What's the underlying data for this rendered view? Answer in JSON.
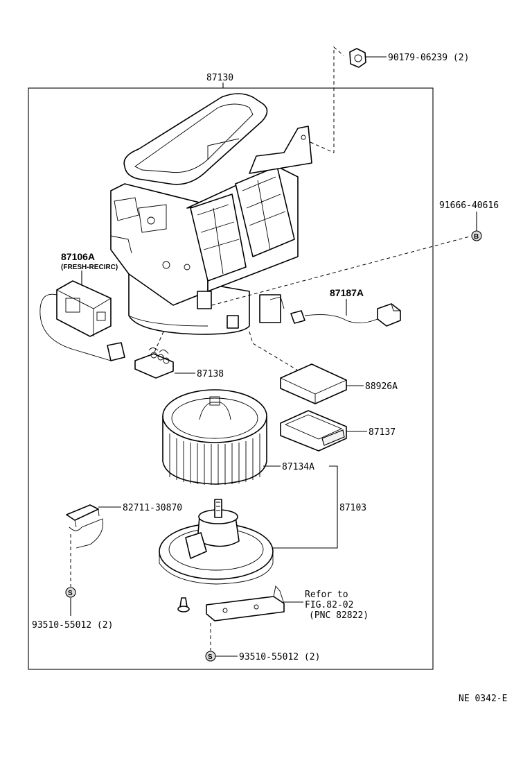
{
  "parts": {
    "assembly": "87130",
    "nut": "90179-06239 (2)",
    "bolt_b": "91666-40616",
    "servo": "87106A",
    "servo_note": "(FRESH-RECIRC)",
    "wire_harness": "87187A",
    "resistor": "87138",
    "filter": "88926A",
    "filter_case": "87137",
    "fan": "87134A",
    "motor_assy": "87103",
    "clamp": "82711-30870",
    "screw_left": "93510-55012 (2)",
    "screw_bottom": "93510-55012 (2)",
    "refer_line1": "Refor to",
    "refer_line2": "FIG.82-02",
    "refer_line3": "(PNC 82822)"
  },
  "markers": {
    "b": "B",
    "s": "S"
  },
  "figure_code": "NE 0342-E"
}
